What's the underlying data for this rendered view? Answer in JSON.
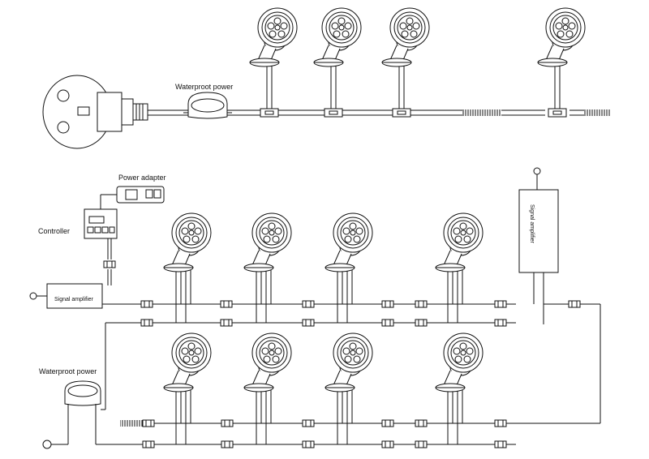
{
  "labels": {
    "waterproof_power_top": "Waterproot power",
    "power_adapter": "Power adapter",
    "controller": "Controller",
    "signal_amplifier_left": "Signal amplifier",
    "signal_amplifier_right": "Signal amplifier",
    "waterproof_power_bottom": "Waterproot power"
  },
  "icons": {
    "light": "underwater-spotlight-icon",
    "connector": "waterproof-connector-icon",
    "plug": "wall-socket-plug-icon",
    "power_box": "waterproof-power-box-icon",
    "end_cap": "cable-end-cap-icon"
  },
  "colors": {
    "line": "#111111",
    "background": "#ffffff"
  }
}
